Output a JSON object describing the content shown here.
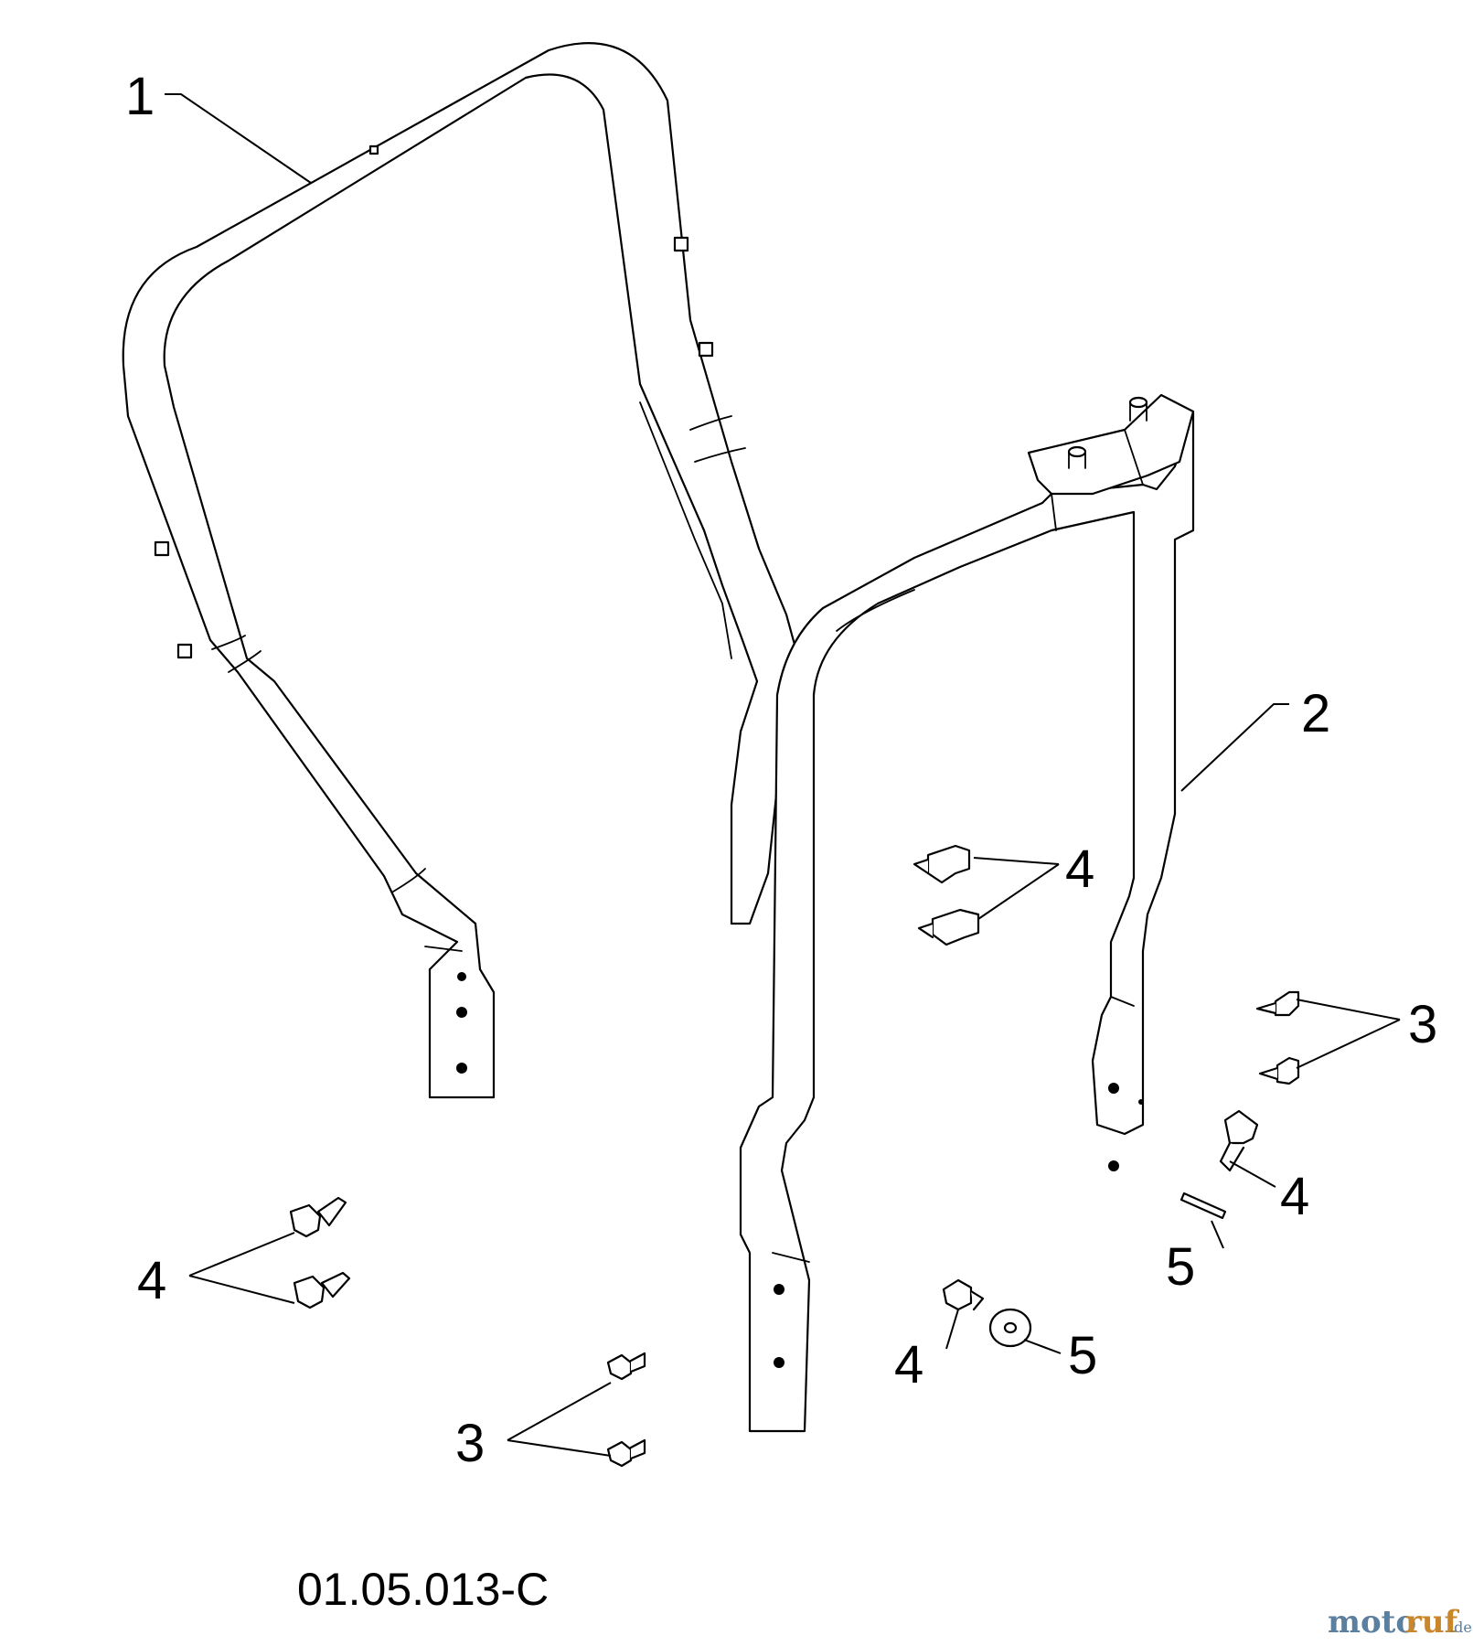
{
  "diagram": {
    "callouts": {
      "part_1": "1",
      "part_2": "2",
      "bolt_3_upper_right": "3",
      "bolt_3_lower_left": "3",
      "bolt_4_center": "4",
      "bolt_4_left": "4",
      "bolt_4_right": "4",
      "bolt_4_bottom": "4",
      "part_5_pin": "5",
      "part_5_washer": "5"
    },
    "document_number": "01.05.013-C",
    "watermark": {
      "part_a": "moto",
      "part_b": "ruf",
      "suffix": ".de"
    }
  },
  "colors": {
    "line": "#000000",
    "background": "#ffffff",
    "watermark_blue": "#5b7f9e",
    "watermark_orange": "#c9862a"
  }
}
